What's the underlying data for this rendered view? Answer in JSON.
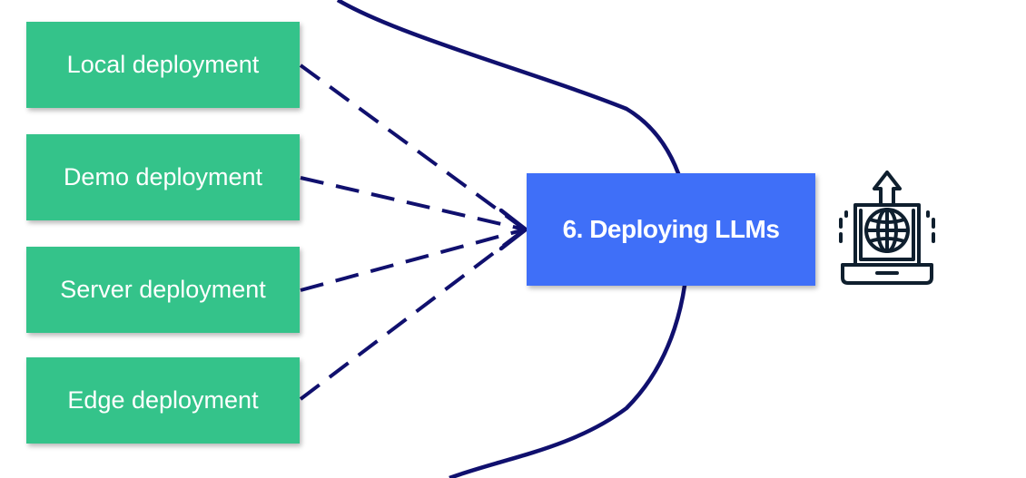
{
  "diagram": {
    "sources": [
      {
        "id": "local",
        "label": "Local deployment"
      },
      {
        "id": "demo",
        "label": "Demo deployment"
      },
      {
        "id": "server",
        "label": "Server deployment"
      },
      {
        "id": "edge",
        "label": "Edge deployment"
      }
    ],
    "target": {
      "label": "6. Deploying LLMs"
    },
    "icon": "laptop-globe-upload-icon",
    "colors": {
      "source_box": "#34c38a",
      "target_box": "#3f6ff8",
      "connector": "#10106e",
      "text": "#ffffff"
    }
  }
}
